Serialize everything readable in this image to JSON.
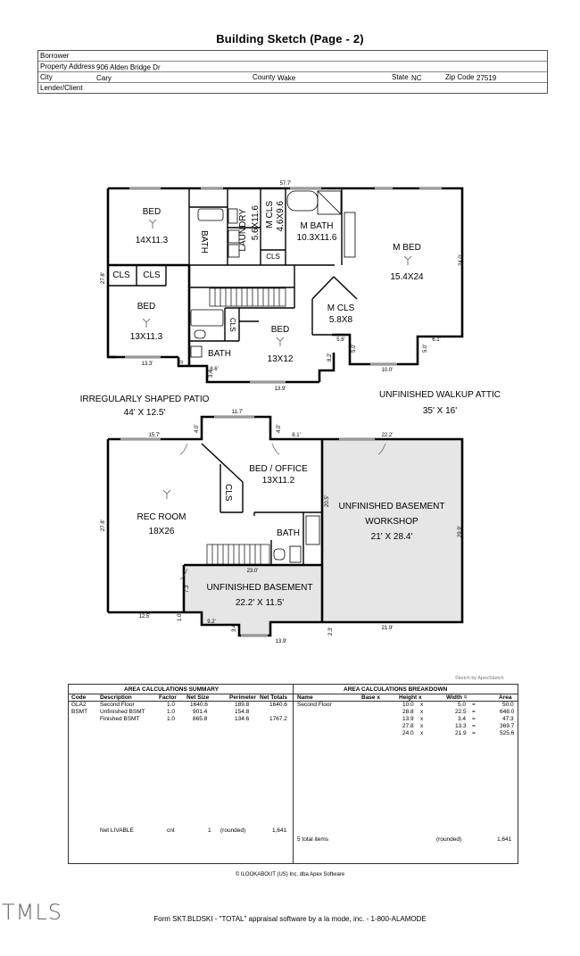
{
  "title": "Building Sketch (Page - 2)",
  "header": {
    "borrower_label": "Borrower",
    "address_label": "Property Address",
    "address": "906 Alden Bridge Dr",
    "city_label": "City",
    "city": "Cary",
    "county_label": "County",
    "county": "Wake",
    "state_label": "State",
    "state": "NC",
    "zip_label": "Zip Code",
    "zip": "27519",
    "lender_label": "Lender/Client"
  },
  "upper_floor": {
    "rooms": [
      {
        "name": "BED",
        "size": "14X11.3"
      },
      {
        "name": "BATH"
      },
      {
        "name": "LAUNDRY",
        "size": "5.6X11.6"
      },
      {
        "name": "M CLS",
        "size": "4.6X9.6"
      },
      {
        "name": "M BATH",
        "size": "10.3X11.6"
      },
      {
        "name": "M BED",
        "size": "15.4X24"
      },
      {
        "name": "CLS"
      },
      {
        "name": "CLS"
      },
      {
        "name": "CLS"
      },
      {
        "name": "BED",
        "size": "13X11.3"
      },
      {
        "name": "CLS"
      },
      {
        "name": "BATH"
      },
      {
        "name": "BED",
        "size": "13X12"
      },
      {
        "name": "M CLS",
        "size": "5.8X8"
      }
    ],
    "dims": [
      "57.7'",
      "27.8'",
      "24.0'",
      "13.3'",
      "1.0'",
      "8.6'",
      "3.4'",
      "13.9'",
      "8.2'",
      "5.8'",
      "5.0'",
      "10.0'",
      "5.0'",
      "6.1'"
    ]
  },
  "patio_label": "IRREGULARLY SHAPED PATIO",
  "patio_size": "44' X 12.5'",
  "attic_label": "UNFINISHED WALKUP ATTIC",
  "attic_size": "35' X 16'",
  "lower_floor": {
    "rooms": [
      {
        "name": "BED / OFFICE",
        "size": "13X11.2"
      },
      {
        "name": "CLS"
      },
      {
        "name": "REC ROOM",
        "size": "18X26"
      },
      {
        "name": "BATH"
      },
      {
        "name": "UNFINISHED BASEMENT",
        "size": "22.2' X 11.5'"
      },
      {
        "name": "UNFINISHED BASEMENT",
        "line2": "WORKSHOP",
        "size": "21' X 28.4'"
      }
    ],
    "dims": [
      "15.7'",
      "4.0'",
      "11.7'",
      "4.0'",
      "8.1'",
      "22.2'",
      "27.8'",
      "20.5'",
      "29.9'",
      "23.0'",
      "7.3'",
      "12.5'",
      "1.0'",
      "9.2'",
      "3.4'",
      "13.9'",
      "2.3'",
      "21.9'"
    ]
  },
  "sketch_by": "Sketch by ApexSketch",
  "summary": {
    "title": "AREA CALCULATIONS SUMMARY",
    "headers": [
      "Code",
      "Description",
      "Factor",
      "Net Size",
      "Perimeter",
      "Net Totals"
    ],
    "rows": [
      [
        "GLA2",
        "Second Floor",
        "1.0",
        "1640.6",
        "189.8",
        "1640.6"
      ],
      [
        "BSMT",
        "Unfinished BSMT",
        "1.0",
        "901.4",
        "154.8",
        ""
      ],
      [
        "",
        "Finished BSMT",
        "1.0",
        "865.8",
        "134.6",
        "1767.2"
      ]
    ],
    "net_label": "Net LIVABLE",
    "net_cnt": "cnt",
    "net_count": "1",
    "net_rounded": "(rounded)",
    "net_value": "1,641"
  },
  "breakdown": {
    "title": "AREA CALCULATIONS BREAKDOWN",
    "headers": [
      "Name",
      "Base x",
      "Height x",
      "Width =",
      "Area"
    ],
    "name": "Second Floor",
    "rows": [
      [
        "10.0",
        "x",
        "5.0",
        "=",
        "50.0"
      ],
      [
        "28.8",
        "x",
        "22.5",
        "=",
        "648.0"
      ],
      [
        "13.9",
        "x",
        "3.4",
        "=",
        "47.3"
      ],
      [
        "27.8",
        "x",
        "13.3",
        "=",
        "369.7"
      ],
      [
        "24.0",
        "x",
        "21.9",
        "=",
        "525.6"
      ]
    ],
    "total_label": "5 total items",
    "total_rounded": "(rounded)",
    "total_value": "1,641"
  },
  "copyright": "© ILOOKABOUT (US) Inc. dba Apex Software",
  "watermark": "TMLS",
  "footer": "Form SKT.BLDSKI - \"TOTAL\" appraisal software by a la mode, inc. - 1-800-ALAMODE",
  "colors": {
    "shade": "#e6e6e6",
    "line": "#000000",
    "dim": "#777777"
  }
}
